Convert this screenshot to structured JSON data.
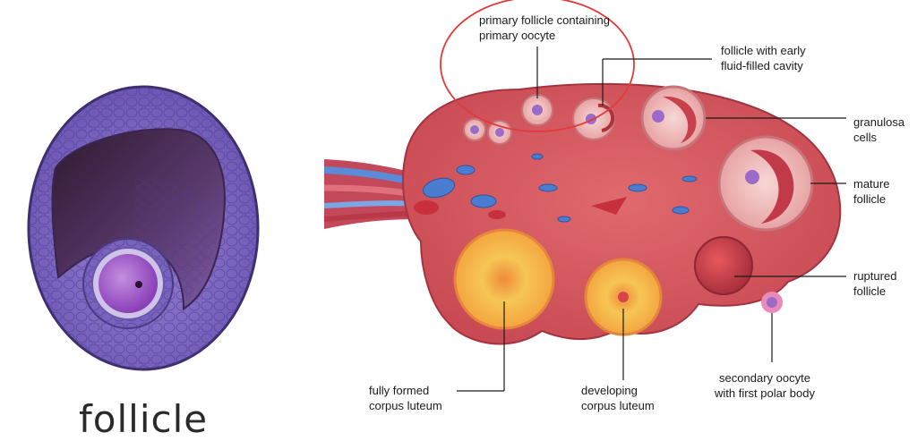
{
  "left_panel": {
    "caption": "follicle"
  },
  "labels": {
    "primary_follicle": [
      "primary follicle containing",
      "primary oocyte"
    ],
    "early_cavity": [
      "follicle with early",
      "fluid-filled cavity"
    ],
    "granulosa": [
      "granulosa",
      "cells"
    ],
    "mature": [
      "mature",
      "follicle"
    ],
    "ruptured": [
      "ruptured",
      "follicle"
    ],
    "secondary_oocyte": [
      "secondary oocyte",
      "with first polar body"
    ],
    "fully_formed_cl": [
      "fully formed",
      "corpus luteum"
    ],
    "developing_cl": [
      "developing",
      "corpus luteum"
    ]
  },
  "colors": {
    "ovary": "#d9545c",
    "ovary_dark": "#b23a45",
    "follicle_purple": "#8a6cc4",
    "corpus_luteum": "#f4b23a",
    "highlight_ring": "#e23a3a"
  }
}
